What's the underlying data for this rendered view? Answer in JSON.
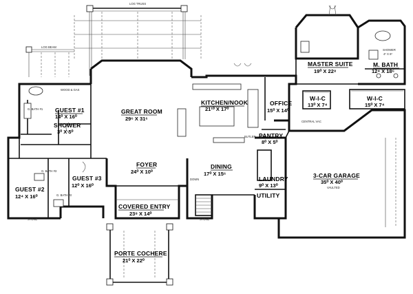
{
  "rooms": {
    "master_suite": {
      "name": "MASTER SUITE",
      "dim": "19⁰ X 22⁸"
    },
    "m_bath": {
      "name": "M. BATH",
      "dim": "12⁴ X 18⁶"
    },
    "shower_master": {
      "name": "SHOWER",
      "dim": "4⁰ X 6⁰"
    },
    "wic_1": {
      "name": "W-I-C",
      "dim": "13⁰ X 7⁴"
    },
    "wic_2": {
      "name": "W-I-C",
      "dim": "15⁰ X 7⁴"
    },
    "office": {
      "name": "OFFICE",
      "dim": "15⁰ X 14⁰"
    },
    "kitchen": {
      "name": "KITCHEN/NOOK",
      "dim": "21¹⁰ X 17⁰"
    },
    "great_room": {
      "name": "GREAT ROOM",
      "dim": "29⁶ X 31⁶"
    },
    "guest1": {
      "name": "GUEST #1",
      "dim": "14⁰ X 16⁰"
    },
    "shower_guest": {
      "name": "SHOWER",
      "dim": "3⁰ X 5⁰"
    },
    "guest2": {
      "name": "GUEST #2",
      "dim": "12⁴ X 16⁰"
    },
    "guest3": {
      "name": "GUEST #3",
      "dim": "12⁰ X 16⁰"
    },
    "foyer": {
      "name": "FOYER",
      "dim": "24⁰ X 10⁰"
    },
    "dining": {
      "name": "DINING",
      "dim": "17⁰ X 15⁶"
    },
    "pantry": {
      "name": "PANTRY",
      "dim": "8⁰ X 5⁰"
    },
    "laundry": {
      "name": "LAUNDRY",
      "dim": "9⁰ X 13⁰"
    },
    "utility": {
      "name": "UTILITY",
      "dim": ""
    },
    "garage": {
      "name": "3-CAR GARAGE",
      "dim": "35⁰ X 40⁰",
      "note": "VAULTED"
    },
    "covered_entry": {
      "name": "COVERED ENTRY",
      "dim": "23⁸ X 14⁰"
    },
    "porte_cochere": {
      "name": "PORTE COCHERE",
      "dim": "21⁰ X 22⁰"
    }
  },
  "labels": {
    "bath_3": "G. BATH #3",
    "bath_1": "G. BATH #1",
    "bath_2": "G. BATH #2",
    "central_vac": "CENTRAL VAC",
    "butler": "BUTLER",
    "down": "DOWN",
    "wood_gas": "WOOD & GAS",
    "log_truss": "LOG TRUSS",
    "log_beam": "LOG BEAM",
    "stone": "STONE"
  }
}
